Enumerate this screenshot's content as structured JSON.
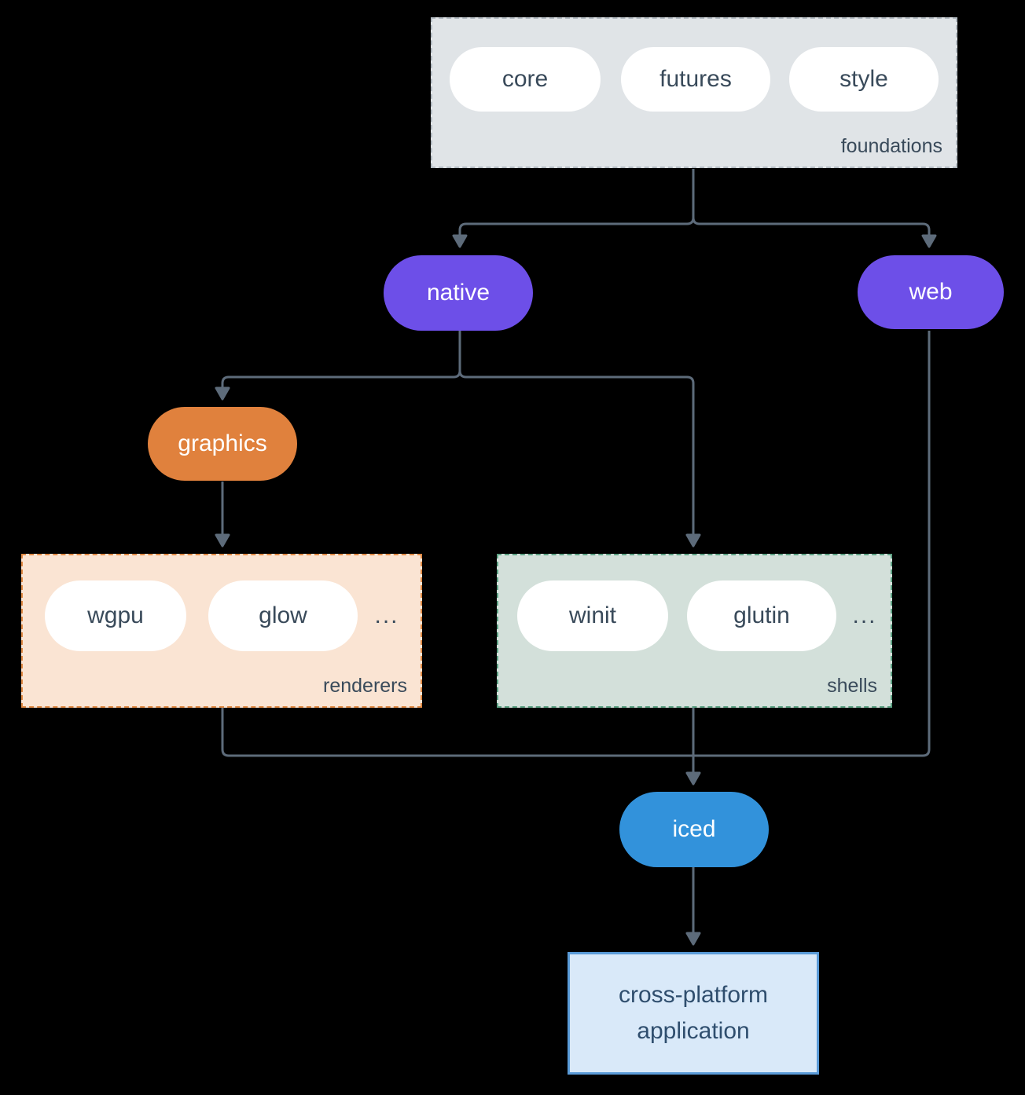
{
  "nodes": {
    "foundations": {
      "label": "foundations",
      "pills": [
        "core",
        "futures",
        "style"
      ]
    },
    "native": {
      "label": "native"
    },
    "web": {
      "label": "web"
    },
    "graphics": {
      "label": "graphics"
    },
    "renderers": {
      "label": "renderers",
      "pills": [
        "wgpu",
        "glow"
      ],
      "ellipsis": "..."
    },
    "shells": {
      "label": "shells",
      "pills": [
        "winit",
        "glutin"
      ],
      "ellipsis": "..."
    },
    "iced": {
      "label": "iced"
    },
    "application": {
      "label": "cross-platform application"
    }
  },
  "colors": {
    "background": "#000000",
    "pill_fill": "#ffffff",
    "pill_text": "#394a5a",
    "purple_node": "#6d4fe8",
    "orange_node": "#e0813d",
    "blue_node": "#3292db",
    "foundations_fill": "#e0e4e7",
    "foundations_border": "#b2bac1",
    "renderers_fill": "#fae4d3",
    "renderers_border": "#e08a45",
    "shells_fill": "#d3e0da",
    "shells_border": "#5ca183",
    "application_fill": "#d9e9f9",
    "application_border": "#5a9bd8",
    "arrow": "#5d6b7a"
  }
}
